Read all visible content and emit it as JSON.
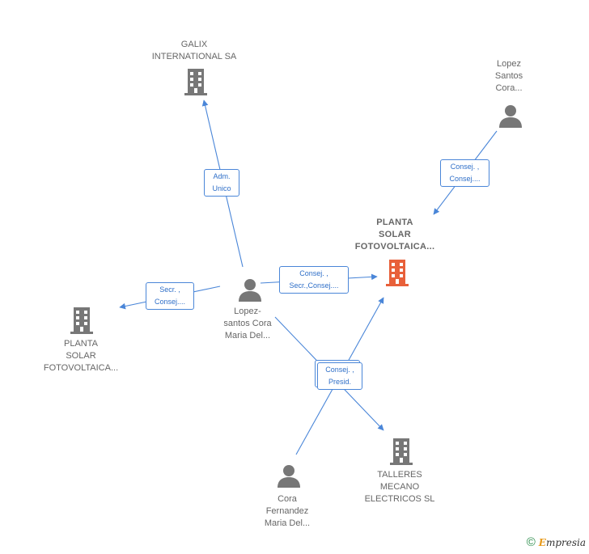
{
  "nodes": {
    "galix": {
      "label": "GALIX\nINTERNATIONAL SA",
      "type": "company"
    },
    "lopez_santos": {
      "label": "Lopez\nSantos\nCora...",
      "type": "person"
    },
    "planta_main": {
      "label": "PLANTA\nSOLAR\nFOTOVOLTAICA...",
      "type": "company-highlight"
    },
    "lopez_center": {
      "label": "Lopez-\nsantos Cora\nMaria Del...",
      "type": "person"
    },
    "planta_left": {
      "label": "PLANTA\nSOLAR\nFOTOVOLTAICA...",
      "type": "company"
    },
    "talleres": {
      "label": "TALLERES\nMECANO\nELECTRICOS SL",
      "type": "company"
    },
    "cora": {
      "label": "Cora\nFernandez\nMaria Del...",
      "type": "person"
    }
  },
  "edges": {
    "adm_unico": "Adm.\nUnico",
    "consej_top_right": "Consej. ,\nConsej....",
    "consej_center": "Consej. ,\nSecr.,Consej....",
    "secr_left": "Secr. ,\nConsej....",
    "consej_presid": "Consej. ,\nPresid."
  },
  "colors": {
    "edge": "#4a86d8",
    "icon_gray": "#777777",
    "icon_highlight": "#e8603a"
  },
  "watermark": {
    "copyright": "©",
    "brand_initial": "E",
    "brand_rest": "mpresia"
  }
}
